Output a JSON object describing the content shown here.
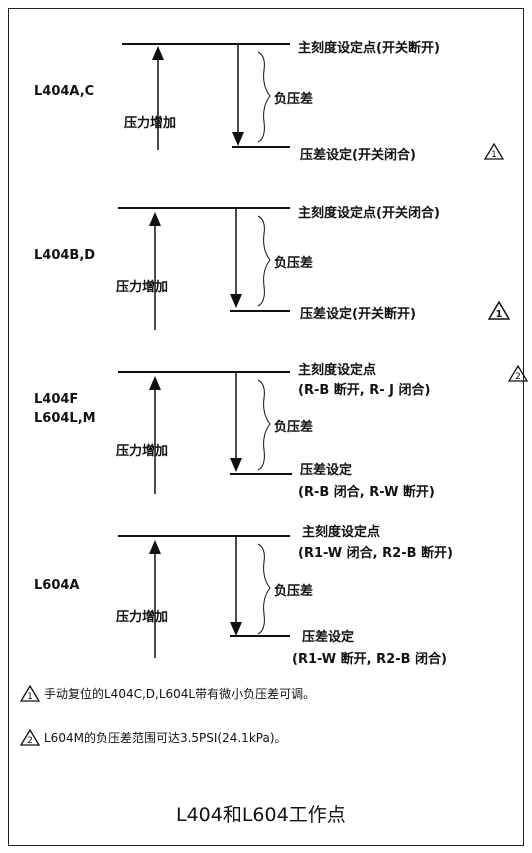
{
  "diagrams": [
    {
      "model": "L404A,C",
      "increase_label": "压力增加",
      "diff_label": "负压差",
      "top_label": "主刻度设定点(开关断开)",
      "bottom_label": "压差设定(开关闭合)",
      "warning_number": "1"
    },
    {
      "model": "L404B,D",
      "increase_label": "压力增加",
      "diff_label": "负压差",
      "top_label": "主刻度设定点(开关闭合)",
      "bottom_label": "压差设定(开关断开)",
      "warning_number": "1"
    },
    {
      "model_line1": "L404F",
      "model_line2": "L604L,M",
      "increase_label": "压力增加",
      "diff_label": "负压差",
      "top_label_line1": "主刻度设定点",
      "top_label_line2": "(R-B 断开, R- J 闭合)",
      "bottom_label_line1": "压差设定",
      "bottom_label_line2": "(R-B 闭合, R-W 断开)",
      "warning_number": "2"
    },
    {
      "model": "L604A",
      "increase_label": "压力增加",
      "diff_label": "负压差",
      "top_label_line1": "主刻度设定点",
      "top_label_line2": "(R1-W 闭合, R2-B 断开)",
      "bottom_label_line1": "压差设定",
      "bottom_label_line2": "(R1-W 断开, R2-B 闭合)"
    }
  ],
  "notes": [
    {
      "number": "1",
      "text": "手动复位的L404C,D,L604L带有微小负压差可调。"
    },
    {
      "number": "2",
      "text": "L604M的负压差范围可达3.5PSI(24.1kPa)。"
    }
  ],
  "caption": "L404和L604工作点"
}
